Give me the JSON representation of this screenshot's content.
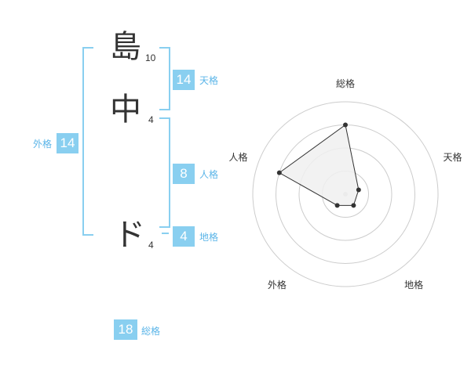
{
  "name": {
    "chars": [
      {
        "char": "島",
        "strokes": "10"
      },
      {
        "char": "中",
        "strokes": "4"
      },
      {
        "char": "ド",
        "strokes": "4"
      }
    ]
  },
  "fortune": {
    "tenkaku": {
      "value": "14",
      "label": "天格"
    },
    "jinkaku": {
      "value": "8",
      "label": "人格"
    },
    "chikaku": {
      "value": "4",
      "label": "地格"
    },
    "gaikaku": {
      "value": "14",
      "label": "外格"
    },
    "soukaku": {
      "value": "18",
      "label": "総格"
    }
  },
  "chart_data": {
    "type": "radar",
    "axes": [
      "総格",
      "天格",
      "地格",
      "外格",
      "人格"
    ],
    "values": [
      0.75,
      0.15,
      0.15,
      0.15,
      0.75
    ],
    "rings": 4,
    "colors": {
      "fill": "#f0f0f0",
      "stroke": "#333333",
      "grid": "#cccccc",
      "accent": "#89cff0"
    }
  }
}
